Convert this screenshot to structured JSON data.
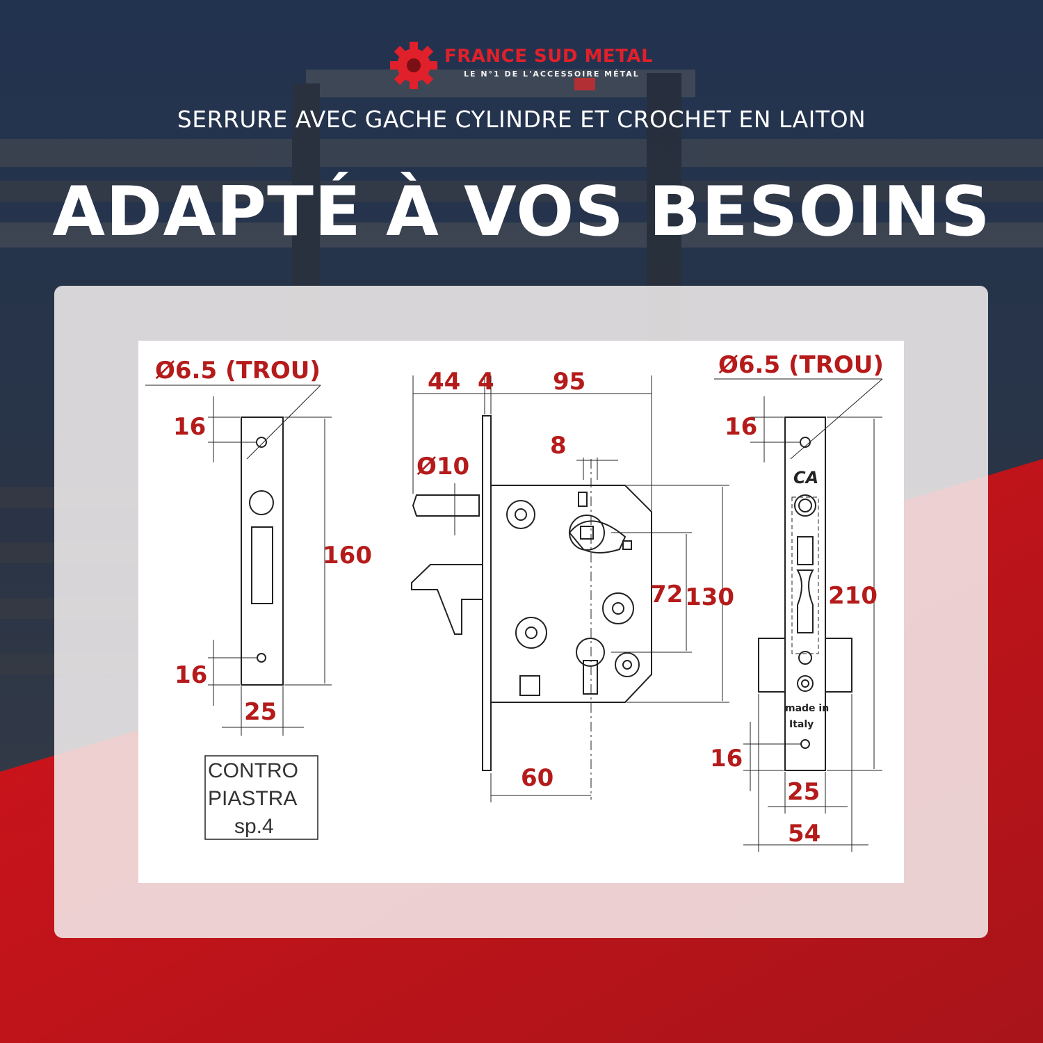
{
  "brand": {
    "name": "FRANCE SUD METAL",
    "tagline": "LE N°1 DE L'ACCESSOIRE MÉTAL",
    "accent_color": "#e0202a",
    "icon": "gear-icon"
  },
  "subtitle": "SERRURE AVEC GACHE CYLINDRE ET CROCHET EN LAITON",
  "headline": "ADAPTÉ À VOS BESOINS",
  "colors": {
    "dimension": "#b51b1b",
    "background_dark": "#1f2a3d",
    "background_red": "#c8141c"
  },
  "drawing": {
    "strike_plate": {
      "hole_label": "Ø6.5 (TROU)",
      "top_offset": "16",
      "height": "160",
      "bottom_offset": "16",
      "width": "25",
      "box_lines": [
        "CONTRO",
        "PIASTRA",
        "sp.4"
      ]
    },
    "lock_body": {
      "backset": "44",
      "plate_thickness": "4",
      "depth": "95",
      "spindle_offset": "8",
      "hook_diameter": "Ø10",
      "center_distance": "72",
      "body_height": "130",
      "cylinder_offset": "60"
    },
    "faceplate": {
      "hole_label": "Ø6.5 (TROU)",
      "top_offset": "16",
      "height": "210",
      "bottom_offset": "16",
      "width": "25",
      "total_width": "54",
      "logo_text": "CA",
      "made_in_line1": "made in",
      "made_in_line2": "Italy"
    }
  }
}
